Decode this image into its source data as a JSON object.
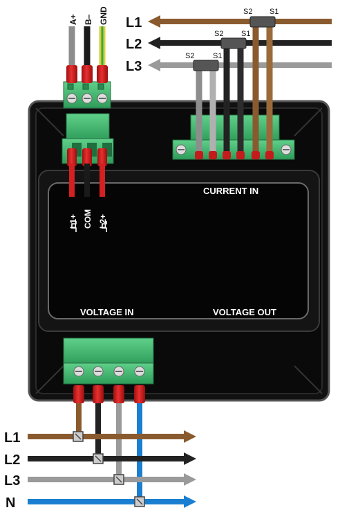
{
  "top_terminal": {
    "labels": [
      "A+",
      "B–",
      "GND"
    ]
  },
  "current_lines": [
    {
      "name": "L1",
      "color": "#8a5a2f"
    },
    {
      "name": "L2",
      "color": "#222222"
    },
    {
      "name": "L3",
      "color": "#9a9a9a"
    }
  ],
  "ct_labels": {
    "s2": "S2",
    "s1": "S1"
  },
  "voltage_terminal": {
    "labels": [
      "L1+",
      "COM",
      "L2+"
    ]
  },
  "panel_labels": {
    "current_in": "CURRENT IN",
    "voltage_in": "VOLTAGE IN",
    "voltage_out": "VOLTAGE OUT"
  },
  "bottom_lines": [
    {
      "name": "L1",
      "color": "#8a5a2f"
    },
    {
      "name": "L2",
      "color": "#222222"
    },
    {
      "name": "L3",
      "color": "#9a9a9a"
    },
    {
      "name": "N",
      "color": "#1a7fd0"
    }
  ],
  "colors": {
    "terminal_green": "#3cb46e",
    "device_body": "#0d0d0d",
    "wire_red": "#d42020"
  }
}
